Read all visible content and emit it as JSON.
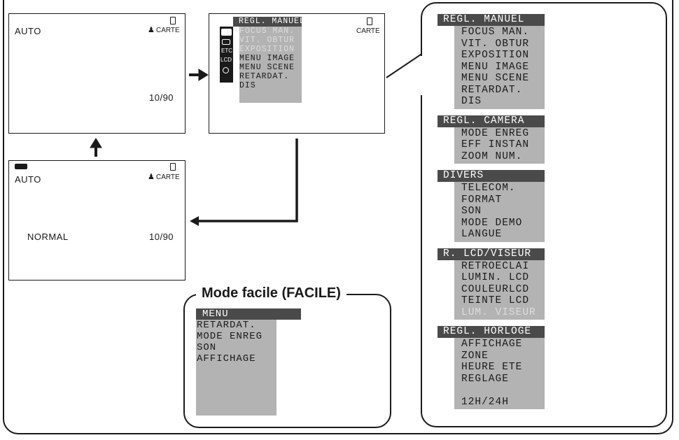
{
  "screen_main": {
    "mode": "AUTO",
    "card": "CARTE",
    "counter": "10/90"
  },
  "screen_battery": {
    "mode": "AUTO",
    "card": "CARTE",
    "quality": "NORMAL",
    "counter": "10/90"
  },
  "screen_menu": {
    "title": "REGL. MANUEL",
    "card": "CARTE",
    "side_icons": [
      "camera-icon",
      "camera-mode-icon",
      "ETC",
      "LCD",
      "clock-icon"
    ],
    "items": [
      {
        "label": "FOCUS MAN.",
        "dim": true
      },
      {
        "label": "VIT. OBTUR",
        "dim": true
      },
      {
        "label": "EXPOSITION",
        "dim": true
      },
      {
        "label": "MENU IMAGE",
        "dim": false
      },
      {
        "label": "MENU SCENE",
        "dim": false
      },
      {
        "label": "RETARDAT.",
        "dim": false
      },
      {
        "label": "DIS",
        "dim": false
      }
    ]
  },
  "easy_mode": {
    "heading": "Mode facile (FACILE)",
    "title": "MENU",
    "items": [
      "RETARDAT.",
      "MODE ENREG",
      "SON",
      "AFFICHAGE"
    ]
  },
  "menu_tree": [
    {
      "title": "REGL. MANUEL",
      "items": [
        {
          "label": "FOCUS MAN.",
          "dim": false
        },
        {
          "label": "VIT. OBTUR",
          "dim": false
        },
        {
          "label": "EXPOSITION",
          "dim": false
        },
        {
          "label": "MENU IMAGE",
          "dim": false
        },
        {
          "label": "MENU SCENE",
          "dim": false
        },
        {
          "label": "RETARDAT.",
          "dim": false
        },
        {
          "label": "DIS",
          "dim": false
        }
      ]
    },
    {
      "title": "REGL. CAMERA",
      "items": [
        {
          "label": "MODE ENREG",
          "dim": false
        },
        {
          "label": "EFF INSTAN",
          "dim": false
        },
        {
          "label": "ZOOM NUM.",
          "dim": false
        }
      ]
    },
    {
      "title": "DIVERS",
      "items": [
        {
          "label": "TELECOM.",
          "dim": false
        },
        {
          "label": "FORMAT",
          "dim": false
        },
        {
          "label": "SON",
          "dim": false
        },
        {
          "label": "MODE DEMO",
          "dim": false
        },
        {
          "label": "LANGUE",
          "dim": false
        }
      ]
    },
    {
      "title": "R. LCD/VISEUR",
      "items": [
        {
          "label": "RETROECLAI",
          "dim": false
        },
        {
          "label": "LUMIN. LCD",
          "dim": false
        },
        {
          "label": "COULEURLCD",
          "dim": false
        },
        {
          "label": "TEINTE LCD",
          "dim": false
        },
        {
          "label": "LUM. VISEUR",
          "dim": true
        }
      ]
    },
    {
      "title": "REGL. HORLOGE",
      "items": [
        {
          "label": "AFFICHAGE",
          "dim": false
        },
        {
          "label": "ZONE",
          "dim": false
        },
        {
          "label": "HEURE ETE",
          "dim": false
        },
        {
          "label": "REGLAGE",
          "dim": false
        },
        {
          "label": "",
          "dim": false
        },
        {
          "label": "12H/24H",
          "dim": false
        }
      ]
    }
  ],
  "colors": {
    "ink": "#1a1a1a",
    "menu_title_bg": "#4a4a4a",
    "menu_body_bg": "#b3b3b3",
    "dim_text": "#dcdcdc"
  }
}
